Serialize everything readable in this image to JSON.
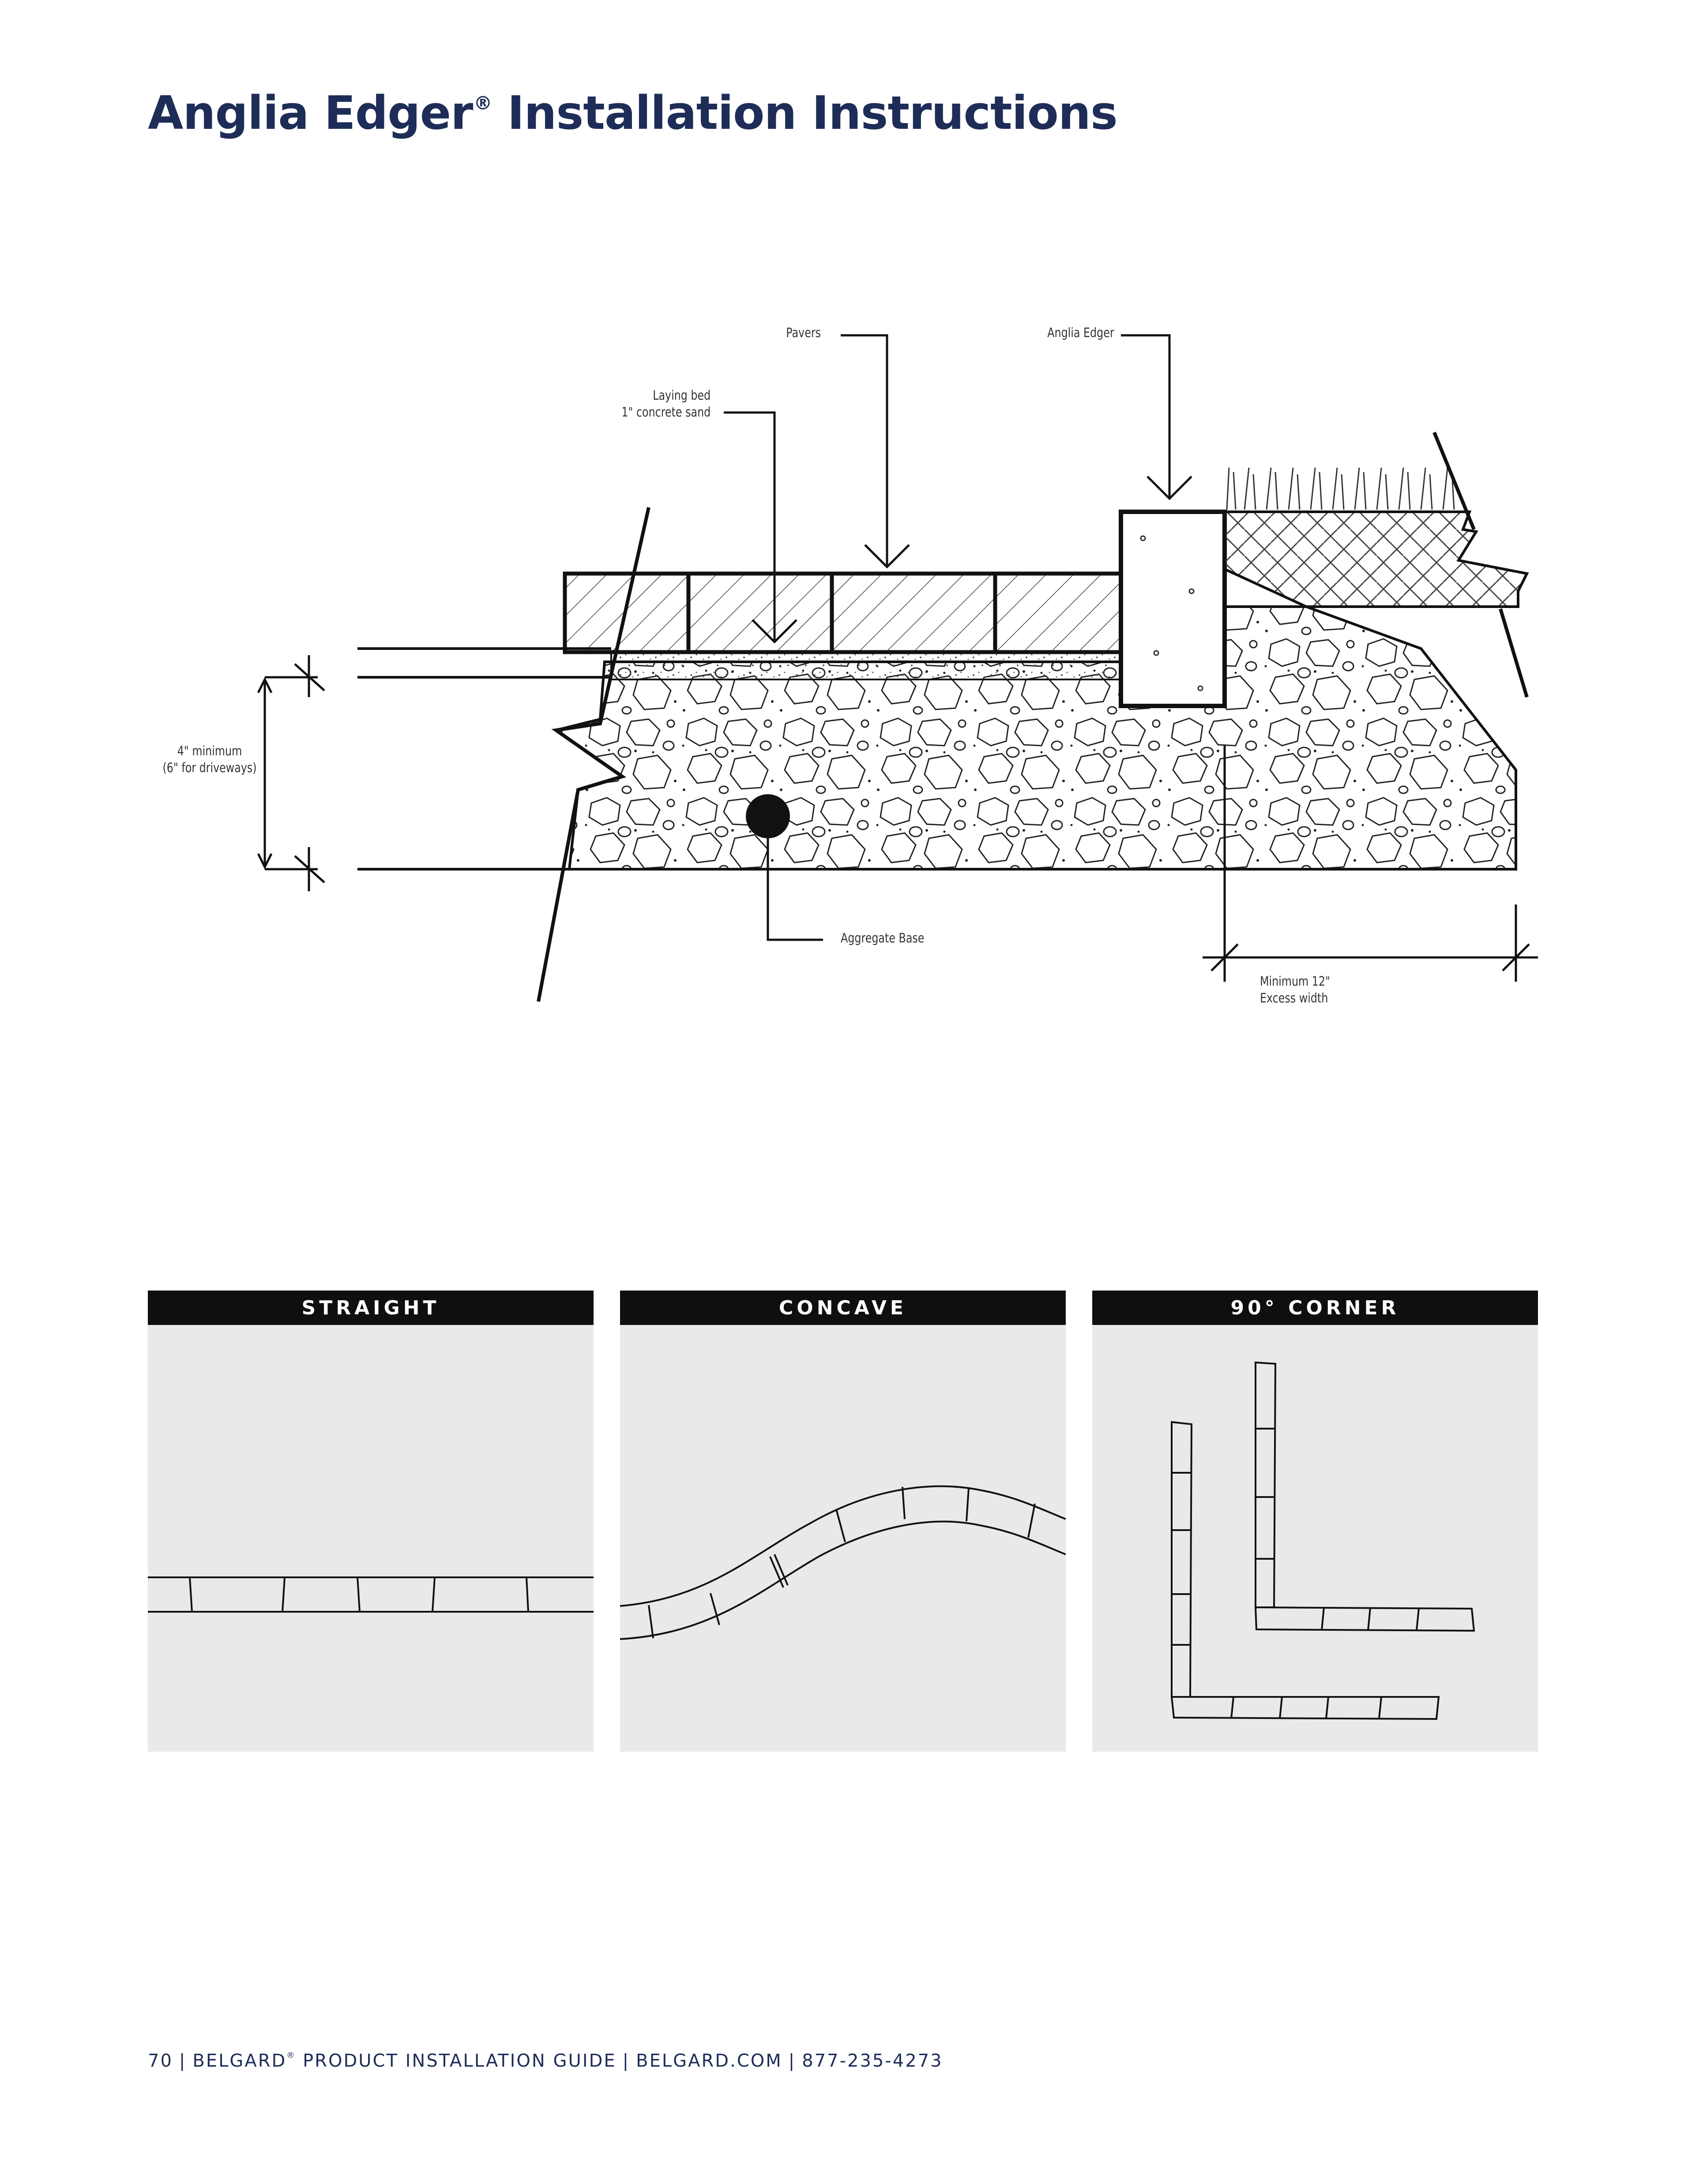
{
  "title": {
    "text": "Anglia Edger",
    "reg_mark": "®",
    "suffix": "Installation Instructions"
  },
  "diagram": {
    "labels": {
      "pavers": "Pavers",
      "anglia_edger": "Anglia Edger",
      "laying_bed_line1": "Laying bed",
      "laying_bed_line2": "1\" concrete sand",
      "minimum_line1": "4\" minimum",
      "minimum_line2": "(6\" for driveways)",
      "aggregate_base": "Aggregate Base",
      "excess_line1": "Minimum 12\"",
      "excess_line2": "Excess width"
    }
  },
  "panels": [
    {
      "title": "STRAIGHT"
    },
    {
      "title": "CONCAVE"
    },
    {
      "title": "90° CORNER"
    }
  ],
  "footer": {
    "page_number": "70",
    "brand": "BELGARD",
    "reg_mark": "®",
    "guide": "PRODUCT INSTALLATION GUIDE",
    "website": "BELGARD.COM",
    "phone": "877-235-4273"
  }
}
